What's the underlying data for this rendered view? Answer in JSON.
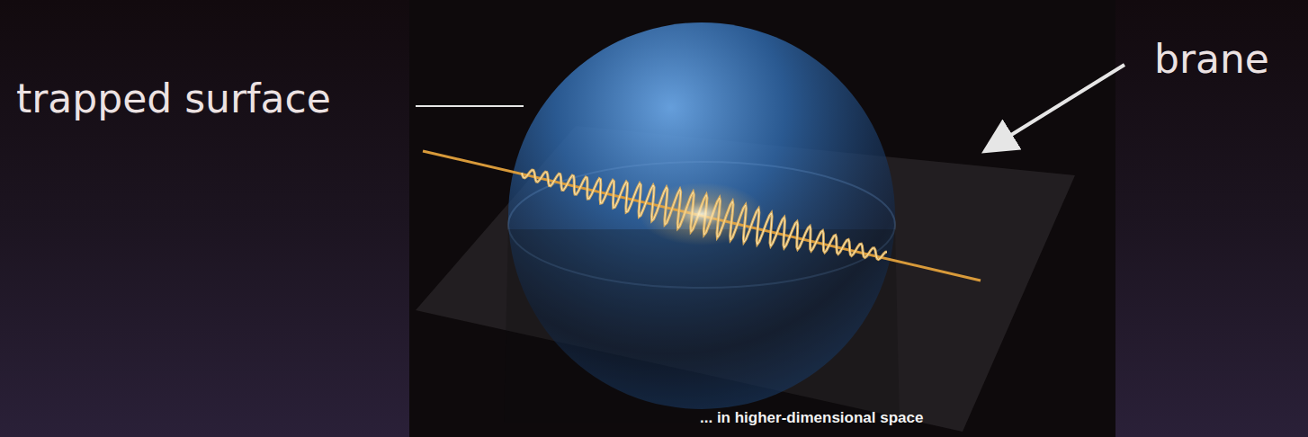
{
  "diagram": {
    "labels": [
      "trapped surface",
      "brane",
      "... in higher-dimensional space"
    ]
  }
}
